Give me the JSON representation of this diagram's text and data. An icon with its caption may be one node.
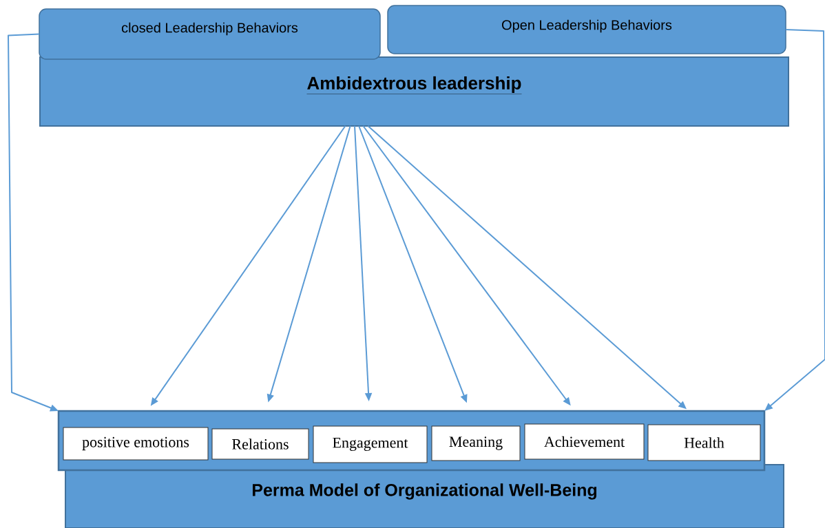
{
  "diagram": {
    "nodes": [
      {
        "text": [
          "closed Leadership Behaviors"
        ]
      },
      {
        "text": [
          "Open Leadership Behaviors"
        ]
      },
      {
        "text": [
          "Ambidextrous leadership"
        ]
      },
      {
        "text": [],
        "shape": "box"
      },
      {
        "text": [
          "positive emotions"
        ],
        "in": 3
      },
      {
        "text": [
          "Relations"
        ],
        "in": 3
      },
      {
        "text": [
          "Engagement"
        ],
        "in": 3
      },
      {
        "text": [
          "Meaning"
        ],
        "in": 3
      },
      {
        "text": [
          "Achievement"
        ],
        "in": 3
      },
      {
        "text": [
          "Health"
        ],
        "in": 3
      },
      {
        "text": [
          "Perma Model of Organizational Well-Being"
        ]
      }
    ],
    "edges": [
      {
        "from": 0,
        "to": 3,
        "arrow": "to"
      },
      {
        "from": 2,
        "to": 4,
        "arrow": "to"
      },
      {
        "from": 2,
        "to": 5,
        "arrow": "to"
      },
      {
        "from": 2,
        "to": 6,
        "arrow": "to"
      },
      {
        "from": 2,
        "to": 7,
        "arrow": "to"
      },
      {
        "from": 2,
        "to": 8,
        "arrow": "to"
      },
      {
        "from": 2,
        "to": 9,
        "arrow": "to"
      },
      {
        "from": 1,
        "to": 3,
        "arrow": "to"
      }
    ]
  }
}
